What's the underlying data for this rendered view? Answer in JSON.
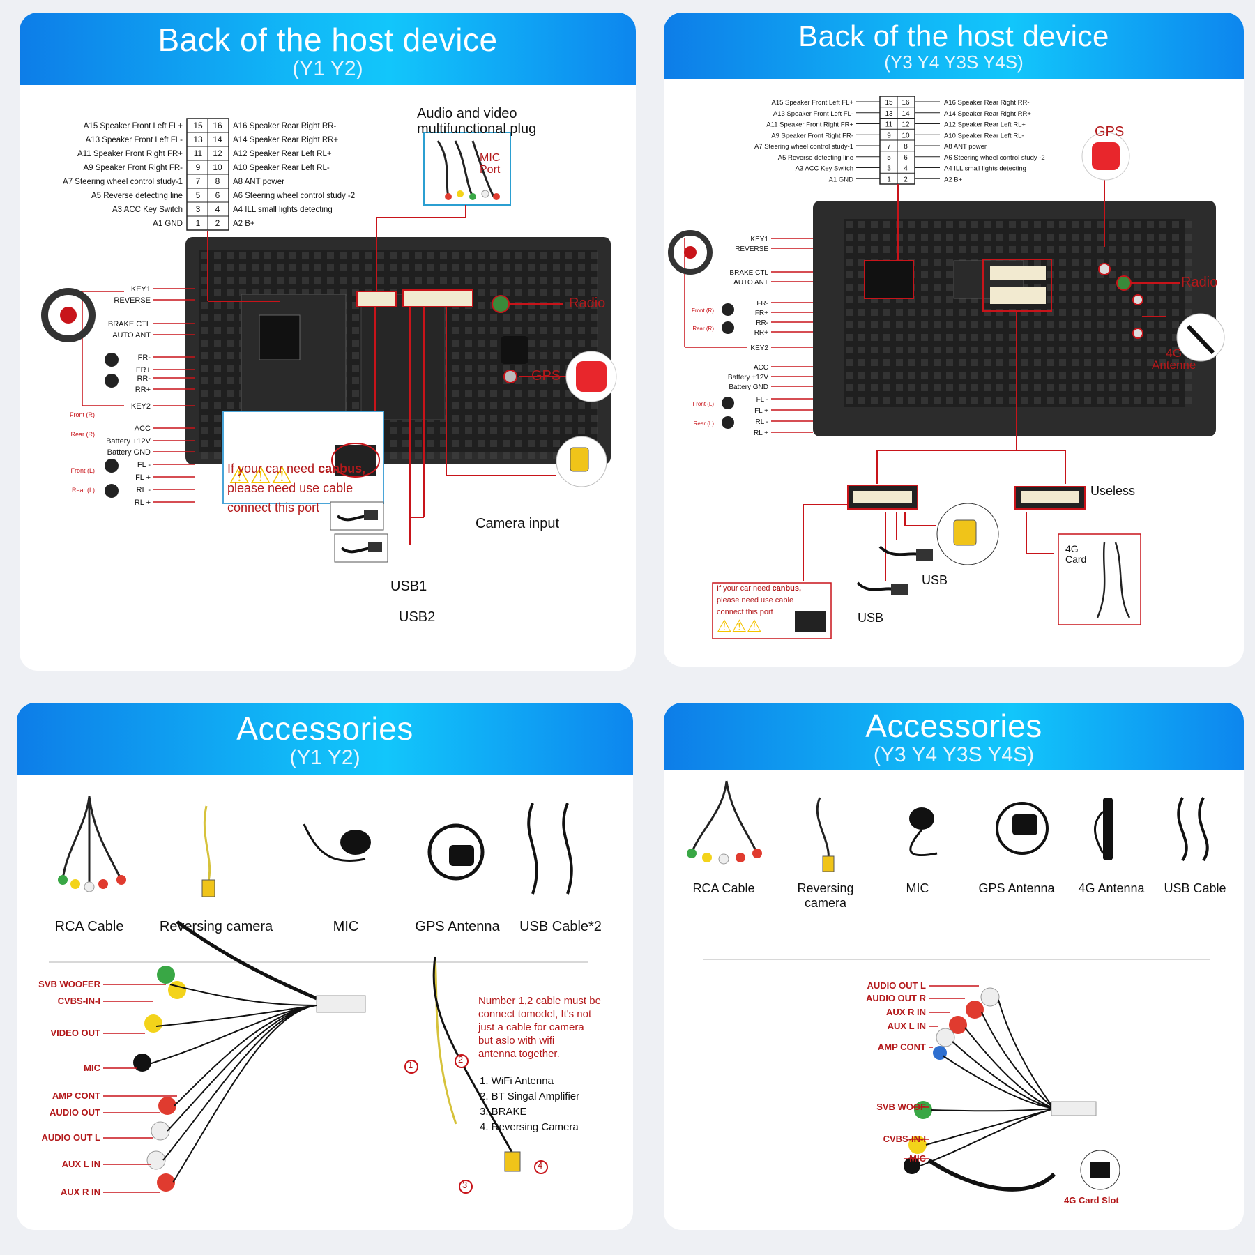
{
  "panels": {
    "p1": {
      "title": "Back of the host device",
      "subtitle": "(Y1 Y2)"
    },
    "p2": {
      "title": "Back of the host device",
      "subtitle": "(Y3 Y4 Y3S Y4S)"
    },
    "p3": {
      "title": "Accessories",
      "subtitle": "(Y1 Y2)"
    },
    "p4": {
      "title": "Accessories",
      "subtitle": "(Y3 Y4 Y3S Y4S)"
    }
  },
  "pins_left": [
    "A15 Speaker Front Left FL+",
    "A13 Speaker Front Left FL-",
    "A11 Speaker Front Right FR+",
    "A9 Speaker Front Right FR-",
    "A7 Steering wheel control study-1",
    "A5 Reverse detecting line",
    "A3 ACC Key Switch",
    "A1 GND"
  ],
  "pins_right": [
    "A16 Speaker Rear Right RR-",
    "A14 Speaker Rear Right RR+",
    "A12 Speaker Rear Left RL+",
    "A10 Speaker Rear Left RL-",
    "A8 ANT power",
    "A6 Steering wheel control study -2",
    "A4 ILL small lights detecting",
    "A2 B+"
  ],
  "pin_numbers": [
    [
      "15",
      "16"
    ],
    [
      "13",
      "14"
    ],
    [
      "11",
      "12"
    ],
    [
      "9",
      "10"
    ],
    [
      "7",
      "8"
    ],
    [
      "5",
      "6"
    ],
    [
      "3",
      "4"
    ],
    [
      "1",
      "2"
    ]
  ],
  "wires": {
    "key1": "KEY1",
    "reverse": "REVERSE",
    "brake": "BRAKE CTL",
    "auto_ant": "AUTO ANT",
    "fr_minus": "FR-",
    "fr_plus": "FR+",
    "rr_minus": "RR-",
    "rr_plus": "RR+",
    "key2": "KEY2",
    "acc": "ACC",
    "battery": "Battery +12V",
    "battery_gnd": "Battery GND",
    "fl_minus": "FL -",
    "fl_plus": "FL +",
    "rl_minus": "RL -",
    "rl_plus": "RL +",
    "front_r": "Front (R)",
    "rear_r": "Rear (R)",
    "front_l": "Front (L)",
    "rear_l": "Rear (L)",
    "fl_minus2": "FL -",
    "fl_plus2": "FL +",
    "rl_minus2": "RL -",
    "rl_plus2": "RL +"
  },
  "p1_labels": {
    "av_plug_1": "Audio and video",
    "av_plug_2": "multifunctional plug",
    "mic_port_1": "MIC",
    "mic_port_2": "Port",
    "radio": "Radio",
    "gps": "GPS",
    "canbus_1": "If your car need ",
    "canbus_bold": "canbus,",
    "canbus_2": "please need use cable",
    "canbus_3": "connect this port",
    "camera_input": "Camera input",
    "usb1": "USB1",
    "usb2": "USB2"
  },
  "p2_labels": {
    "gps": "GPS",
    "radio": "Radio",
    "antenna_4g_1": "4G",
    "antenna_4g_2": "Antenne",
    "useless": "Useless",
    "usb_a": "USB",
    "usb_b": "USB",
    "card_1": "4G",
    "card_2": "Card",
    "canbus_1": "If your car need ",
    "canbus_bold": "canbus,",
    "canbus_2": "please need use cable",
    "canbus_3": "connect this port"
  },
  "acc_y1": [
    "RCA Cable",
    "Reversing  camera",
    "MIC",
    "GPS Antenna",
    "USB Cable*2"
  ],
  "acc_y3": [
    {
      "l1": "RCA Cable",
      "l2": ""
    },
    {
      "l1": "Reversing",
      "l2": "camera"
    },
    {
      "l1": "MIC",
      "l2": ""
    },
    {
      "l1": "GPS Antenna",
      "l2": ""
    },
    {
      "l1": "4G Antenna",
      "l2": ""
    },
    {
      "l1": "USB Cable",
      "l2": ""
    }
  ],
  "rca_y1": [
    "SVB WOOFER",
    "CVBS-IN-I",
    "VIDEO OUT",
    "MIC",
    "AMP CONT",
    "AUDIO OUT",
    "AUDIO OUT L",
    "AUX L IN",
    "AUX R IN"
  ],
  "note": {
    "l1": "Number 1,2 cable must be",
    "l2": "connect tomodel, It's not",
    "l3": "just a cable for camera",
    "l4": "but aslo with wifi",
    "l5": "antenna together.",
    "i1": "1. WiFi Antenna",
    "i2": "2. BT Singal Amplifier",
    "i3": "3. BRAKE",
    "i4": "4. Reversing Camera",
    "n1": "1",
    "n2": "2",
    "n3": "3",
    "n4": "4"
  },
  "rca_y3": [
    "AUDIO OUT L",
    "AUDIO OUT R",
    "AUX R IN",
    "AUX L IN",
    "AMP CONT",
    "SVB WOOF",
    "CVBS-IN-I",
    "MIC"
  ],
  "slot_4g": "4G Card Slot",
  "colors": {
    "accent_red": "#c8141a",
    "header_blue": "#0f9cf3",
    "dark_panel": "#2a2a2a"
  }
}
